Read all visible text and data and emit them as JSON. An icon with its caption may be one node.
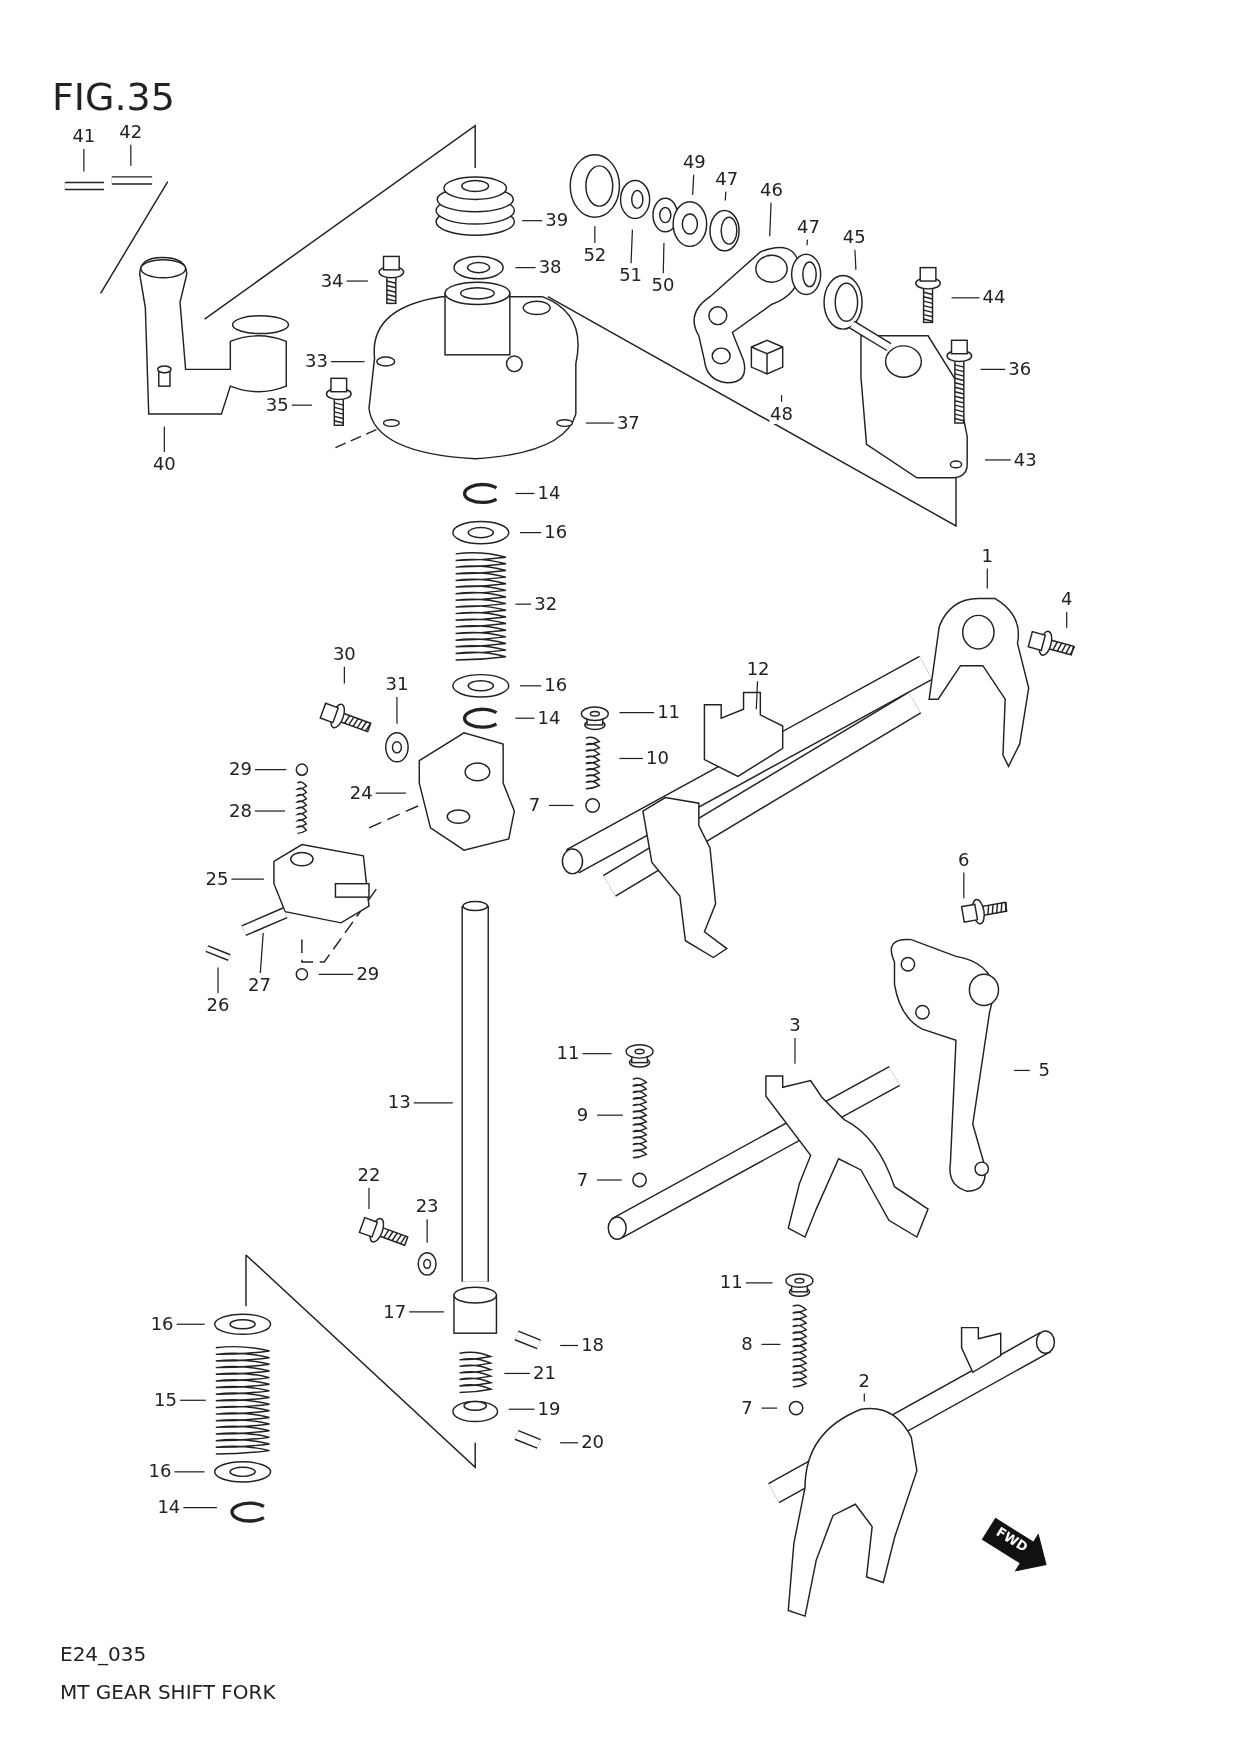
{
  "diagram": {
    "title": "FIG.35",
    "caption": "MT GEAR SHIFT FORK",
    "nodes": [
      {
        "text": [
          "41"
        ]
      },
      {
        "text": [
          "42"
        ]
      },
      {
        "text": [
          "39"
        ]
      },
      {
        "text": [
          "38"
        ]
      },
      {
        "text": [
          "34"
        ]
      },
      {
        "text": [
          "33"
        ]
      },
      {
        "text": [
          "35"
        ]
      },
      {
        "text": [
          "37"
        ]
      },
      {
        "text": [
          "40"
        ]
      },
      {
        "text": [
          "52"
        ]
      },
      {
        "text": [
          "51"
        ]
      },
      {
        "text": [
          "50"
        ]
      },
      {
        "text": [
          "49"
        ]
      },
      {
        "text": [
          "47"
        ]
      },
      {
        "text": [
          "46"
        ]
      },
      {
        "text": [
          "47"
        ]
      },
      {
        "text": [
          "45"
        ]
      },
      {
        "text": [
          "44"
        ]
      },
      {
        "text": [
          "36"
        ]
      },
      {
        "text": [
          "48"
        ]
      },
      {
        "text": [
          "43"
        ]
      },
      {
        "text": [
          "14"
        ]
      },
      {
        "text": [
          "16"
        ]
      },
      {
        "text": [
          "32"
        ]
      },
      {
        "text": [
          "16"
        ]
      },
      {
        "text": [
          "14"
        ]
      },
      {
        "text": [
          "30"
        ]
      },
      {
        "text": [
          "31"
        ]
      },
      {
        "text": [
          "29"
        ]
      },
      {
        "text": [
          "28"
        ]
      },
      {
        "text": [
          "24"
        ]
      },
      {
        "text": [
          "25"
        ]
      },
      {
        "text": [
          "26"
        ]
      },
      {
        "text": [
          "27"
        ]
      },
      {
        "text": [
          "29"
        ]
      },
      {
        "text": [
          "1"
        ]
      },
      {
        "text": [
          "4"
        ]
      },
      {
        "text": [
          "12"
        ]
      },
      {
        "text": [
          "11"
        ]
      },
      {
        "text": [
          "10"
        ]
      },
      {
        "text": [
          "7"
        ]
      },
      {
        "text": [
          "6"
        ]
      },
      {
        "text": [
          "13"
        ]
      },
      {
        "text": [
          "11"
        ]
      },
      {
        "text": [
          "9"
        ]
      },
      {
        "text": [
          "7"
        ]
      },
      {
        "text": [
          "3"
        ]
      },
      {
        "text": [
          "5"
        ]
      },
      {
        "text": [
          "22"
        ]
      },
      {
        "text": [
          "23"
        ]
      },
      {
        "text": [
          "17"
        ]
      },
      {
        "text": [
          "18"
        ]
      },
      {
        "text": [
          "21"
        ]
      },
      {
        "text": [
          "19"
        ]
      },
      {
        "text": [
          "20"
        ]
      },
      {
        "text": [
          "16"
        ]
      },
      {
        "text": [
          "15"
        ]
      },
      {
        "text": [
          "16"
        ]
      },
      {
        "text": [
          "14"
        ]
      },
      {
        "text": [
          "11"
        ]
      },
      {
        "text": [
          "8"
        ]
      },
      {
        "text": [
          "7"
        ]
      },
      {
        "text": [
          "2"
        ]
      }
    ],
    "edges": [
      {
        "from": 0,
        "to": null,
        "arrow": "none"
      },
      {
        "from": 1,
        "to": null,
        "arrow": "none"
      },
      {
        "from": 2,
        "to": null,
        "arrow": "none"
      },
      {
        "from": 3,
        "to": null,
        "arrow": "none"
      },
      {
        "from": 4,
        "to": null,
        "arrow": "none"
      },
      {
        "from": 5,
        "to": null,
        "arrow": "none"
      },
      {
        "from": 6,
        "to": null,
        "arrow": "none"
      },
      {
        "from": 7,
        "to": null,
        "arrow": "none"
      },
      {
        "from": 8,
        "to": null,
        "arrow": "none"
      },
      {
        "from": 9,
        "to": null,
        "arrow": "none"
      },
      {
        "from": 10,
        "to": null,
        "arrow": "none"
      },
      {
        "from": 11,
        "to": null,
        "arrow": "none"
      },
      {
        "from": 12,
        "to": null,
        "arrow": "none"
      },
      {
        "from": 13,
        "to": null,
        "arrow": "none"
      },
      {
        "from": 14,
        "to": null,
        "arrow": "none"
      },
      {
        "from": 15,
        "to": null,
        "arrow": "none"
      },
      {
        "from": 16,
        "to": null,
        "arrow": "none"
      },
      {
        "from": 17,
        "to": null,
        "arrow": "none"
      },
      {
        "from": 18,
        "to": null,
        "arrow": "none"
      },
      {
        "from": 19,
        "to": null,
        "arrow": "none"
      },
      {
        "from": 20,
        "to": null,
        "arrow": "none"
      },
      {
        "from": 21,
        "to": null,
        "arrow": "none"
      },
      {
        "from": 22,
        "to": null,
        "arrow": "none"
      },
      {
        "from": 23,
        "to": null,
        "arrow": "none"
      },
      {
        "from": 24,
        "to": null,
        "arrow": "none"
      },
      {
        "from": 25,
        "to": null,
        "arrow": "none"
      },
      {
        "from": 26,
        "to": null,
        "arrow": "none"
      },
      {
        "from": 27,
        "to": null,
        "arrow": "none"
      },
      {
        "from": 28,
        "to": null,
        "arrow": "none"
      },
      {
        "from": 29,
        "to": null,
        "arrow": "none"
      },
      {
        "from": 30,
        "to": null,
        "arrow": "none"
      },
      {
        "from": 31,
        "to": null,
        "arrow": "none"
      },
      {
        "from": 32,
        "to": null,
        "arrow": "none"
      },
      {
        "from": 33,
        "to": null,
        "arrow": "none"
      },
      {
        "from": 34,
        "to": null,
        "arrow": "none"
      },
      {
        "from": 35,
        "to": null,
        "arrow": "none"
      },
      {
        "from": 36,
        "to": null,
        "arrow": "none"
      },
      {
        "from": 37,
        "to": null,
        "arrow": "none"
      },
      {
        "from": 38,
        "to": null,
        "arrow": "none"
      },
      {
        "from": 39,
        "to": null,
        "arrow": "none"
      },
      {
        "from": 40,
        "to": null,
        "arrow": "none"
      },
      {
        "from": 41,
        "to": null,
        "arrow": "none"
      },
      {
        "from": 42,
        "to": null,
        "arrow": "none"
      },
      {
        "from": 43,
        "to": null,
        "arrow": "none"
      },
      {
        "from": 44,
        "to": null,
        "arrow": "none"
      },
      {
        "from": 45,
        "to": null,
        "arrow": "none"
      },
      {
        "from": 46,
        "to": null,
        "arrow": "none"
      },
      {
        "from": 47,
        "to": null,
        "arrow": "none"
      },
      {
        "from": 48,
        "to": null,
        "arrow": "none"
      },
      {
        "from": 49,
        "to": null,
        "arrow": "none"
      },
      {
        "from": 50,
        "to": null,
        "arrow": "none"
      },
      {
        "from": 51,
        "to": null,
        "arrow": "none"
      },
      {
        "from": 52,
        "to": null,
        "arrow": "none"
      },
      {
        "from": 53,
        "to": null,
        "arrow": "none"
      },
      {
        "from": 54,
        "to": null,
        "arrow": "none"
      },
      {
        "from": 55,
        "to": null,
        "arrow": "none"
      },
      {
        "from": 56,
        "to": null,
        "arrow": "none"
      },
      {
        "from": 57,
        "to": null,
        "arrow": "none"
      },
      {
        "from": 58,
        "to": null,
        "arrow": "none"
      },
      {
        "from": 59,
        "to": null,
        "arrow": "none"
      },
      {
        "from": 60,
        "to": null,
        "arrow": "none"
      },
      {
        "from": 61,
        "to": null,
        "arrow": "none"
      },
      {
        "from": 62,
        "to": null,
        "arrow": "none"
      }
    ],
    "labels": [
      "FWD",
      "E24_035"
    ]
  }
}
